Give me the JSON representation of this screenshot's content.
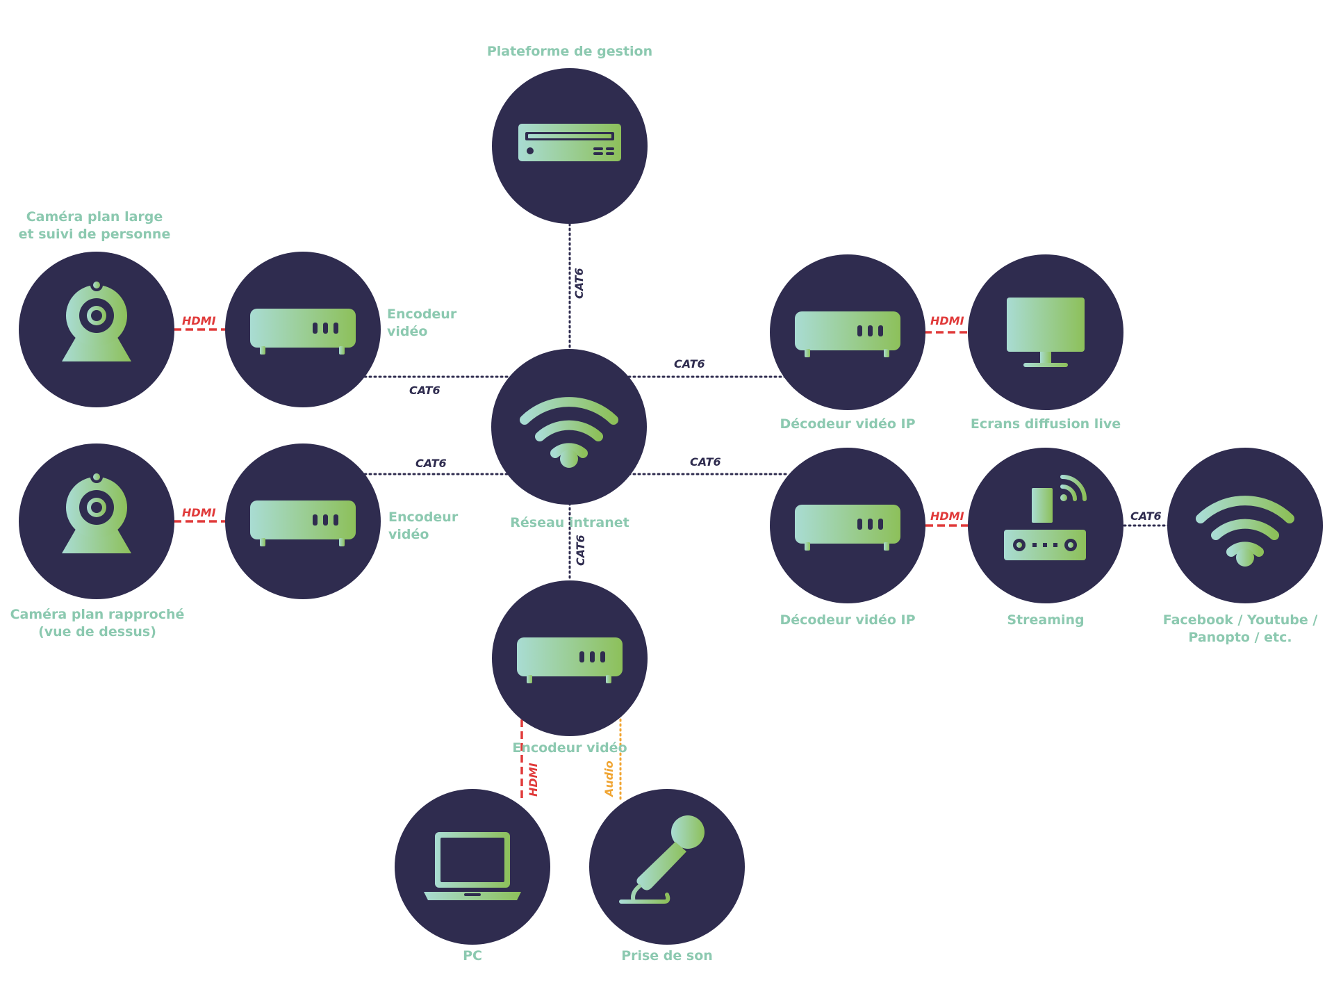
{
  "colors": {
    "node": "#2f2c4f",
    "label": "#8cc9b0",
    "icon_gradient": [
      "#a9dcd3",
      "#8dc05a"
    ],
    "cat6": "#2f2c4f",
    "hdmi": "#e03a3a",
    "audio": "#f0a533"
  },
  "nodes": {
    "management": {
      "label": "Plateforme de gestion",
      "icon": "server-icon"
    },
    "network": {
      "label": "Réseau intranet",
      "icon": "wifi-icon"
    },
    "camera_wide": {
      "label": "Caméra plan large\net suivi de personne",
      "icon": "webcam-icon"
    },
    "encoder_top": {
      "label": "Encodeur\nvidéo",
      "icon": "encoder-box-icon"
    },
    "camera_close": {
      "label": "Caméra plan rapproché\n(vue de dessus)",
      "icon": "webcam-icon"
    },
    "encoder_mid": {
      "label": "Encodeur\nvidéo",
      "icon": "encoder-box-icon"
    },
    "encoder_bottom": {
      "label": "Encodeur vidéo",
      "icon": "encoder-box-icon"
    },
    "pc": {
      "label": "PC",
      "icon": "laptop-icon"
    },
    "mic": {
      "label": "Prise de son",
      "icon": "microphone-icon"
    },
    "decoder_top": {
      "label": "Décodeur vidéo IP",
      "icon": "decoder-box-icon"
    },
    "screens": {
      "label": "Ecrans diffusion live",
      "icon": "monitor-icon"
    },
    "decoder_bottom": {
      "label": "Décodeur vidéo IP",
      "icon": "decoder-box-icon"
    },
    "streaming": {
      "label": "Streaming",
      "icon": "streaming-device-icon"
    },
    "social": {
      "label": "Facebook / Youtube /\nPanopto / etc.",
      "icon": "wifi-icon"
    }
  },
  "connections": [
    {
      "from": "management",
      "to": "network",
      "type": "CAT6"
    },
    {
      "from": "encoder_top",
      "to": "network",
      "type": "CAT6"
    },
    {
      "from": "encoder_mid",
      "to": "network",
      "type": "CAT6"
    },
    {
      "from": "network",
      "to": "encoder_bottom",
      "type": "CAT6"
    },
    {
      "from": "network",
      "to": "decoder_top",
      "type": "CAT6"
    },
    {
      "from": "network",
      "to": "decoder_bottom",
      "type": "CAT6"
    },
    {
      "from": "camera_wide",
      "to": "encoder_top",
      "type": "HDMI"
    },
    {
      "from": "camera_close",
      "to": "encoder_mid",
      "type": "HDMI"
    },
    {
      "from": "decoder_top",
      "to": "screens",
      "type": "HDMI"
    },
    {
      "from": "decoder_bottom",
      "to": "streaming",
      "type": "HDMI"
    },
    {
      "from": "streaming",
      "to": "social",
      "type": "CAT6"
    },
    {
      "from": "pc",
      "to": "encoder_bottom",
      "type": "HDMI"
    },
    {
      "from": "mic",
      "to": "encoder_bottom",
      "type": "Audio"
    }
  ]
}
